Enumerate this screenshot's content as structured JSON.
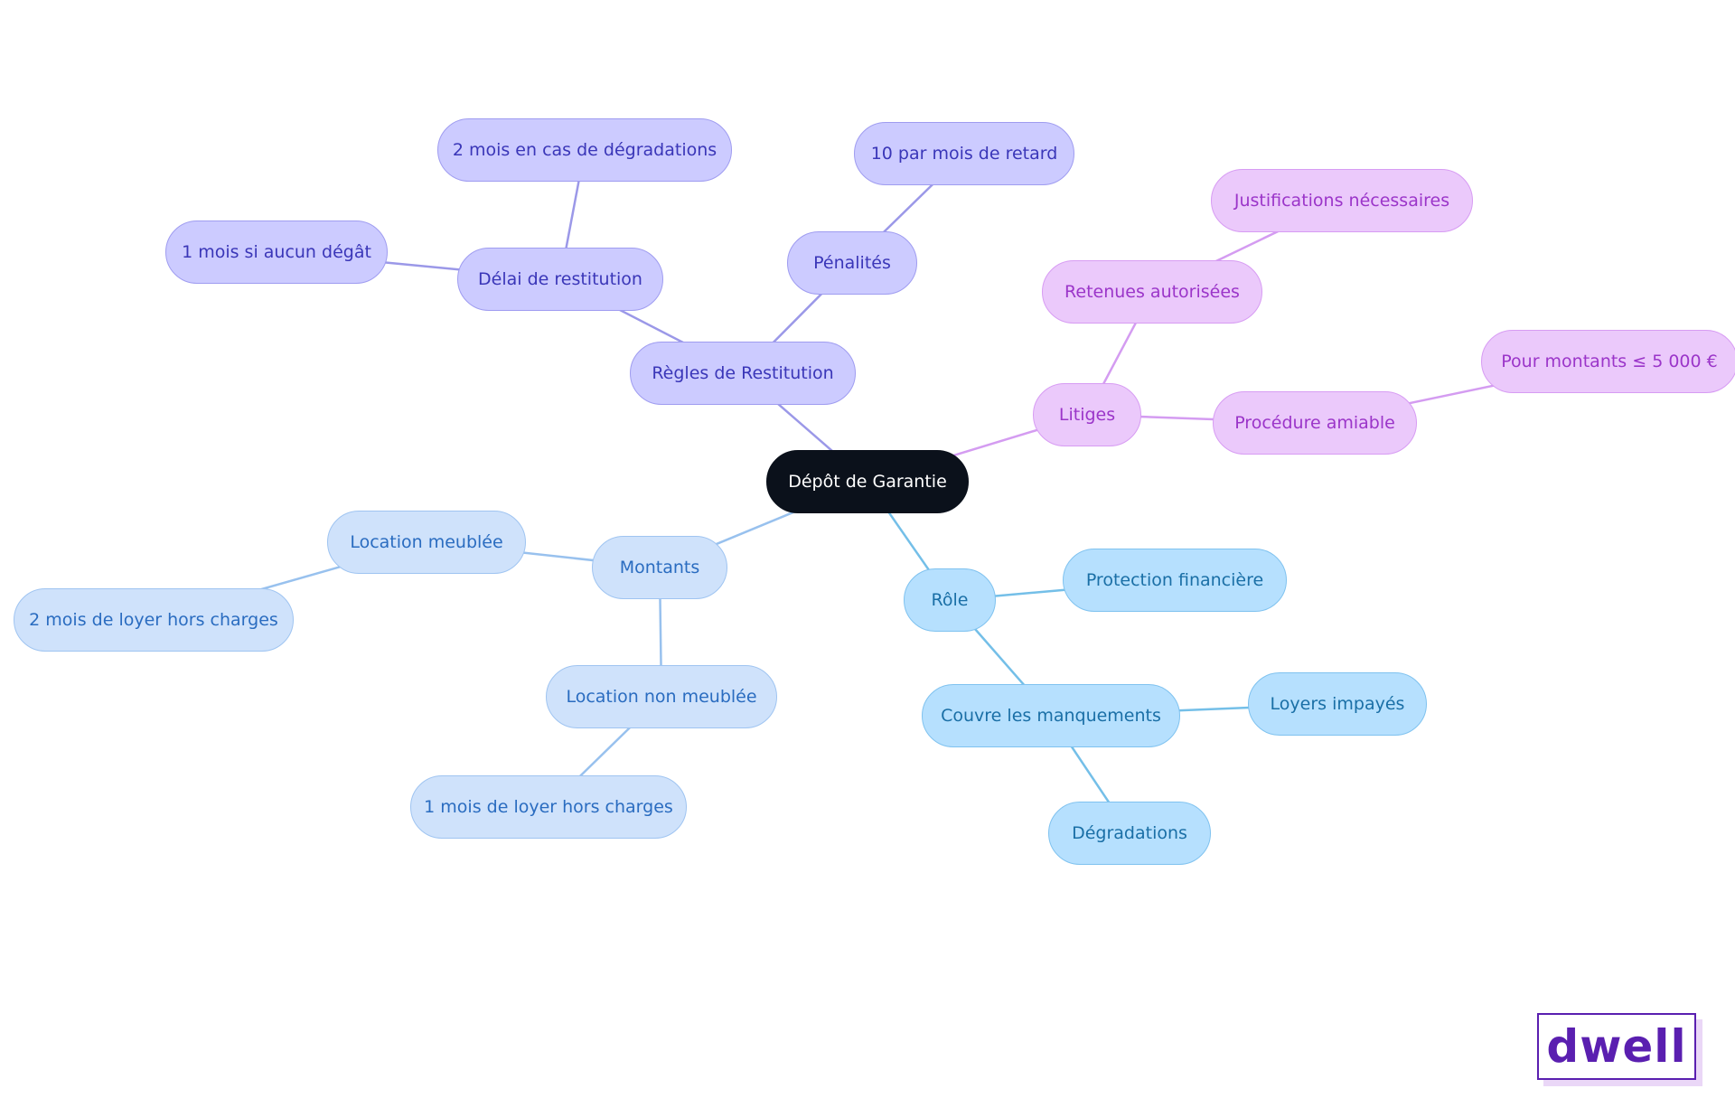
{
  "colors": {
    "root": "#0b111b",
    "indigo": "#cccbff",
    "purple": "#ebc9fb",
    "sky": "#b6e0fe",
    "pale": "#cfe2fb"
  },
  "logo": {
    "text": "dwell"
  },
  "nodes": [
    {
      "id": "root",
      "label": "Dépôt de Garantie",
      "color": "root",
      "parent": null
    },
    {
      "id": "regles",
      "label": "Règles de Restitution",
      "color": "indigo",
      "parent": "root"
    },
    {
      "id": "delai",
      "label": "Délai de restitution",
      "color": "indigo",
      "parent": "regles"
    },
    {
      "id": "deux-mois-degradations",
      "label": "2 mois en cas de dégradations",
      "color": "indigo",
      "parent": "delai"
    },
    {
      "id": "un-mois-aucun",
      "label": "1 mois si aucun dégât",
      "color": "indigo",
      "parent": "delai"
    },
    {
      "id": "penalites",
      "label": "Pénalités",
      "color": "indigo",
      "parent": "regles"
    },
    {
      "id": "dix-par-mois",
      "label": "10 par mois de retard",
      "color": "indigo",
      "parent": "penalites"
    },
    {
      "id": "litiges",
      "label": "Litiges",
      "color": "purple",
      "parent": "root"
    },
    {
      "id": "retenues",
      "label": "Retenues autorisées",
      "color": "purple",
      "parent": "litiges"
    },
    {
      "id": "justifications",
      "label": "Justifications nécessaires",
      "color": "purple",
      "parent": "retenues"
    },
    {
      "id": "procedure",
      "label": "Procédure amiable",
      "color": "purple",
      "parent": "litiges"
    },
    {
      "id": "montants-5000",
      "label": "Pour montants ≤ 5 000 €",
      "color": "purple",
      "parent": "procedure"
    },
    {
      "id": "role",
      "label": "Rôle",
      "color": "sky",
      "parent": "root"
    },
    {
      "id": "protection",
      "label": "Protection financière",
      "color": "sky",
      "parent": "role"
    },
    {
      "id": "couvre",
      "label": "Couvre les manquements",
      "color": "sky",
      "parent": "role"
    },
    {
      "id": "loyers",
      "label": "Loyers impayés",
      "color": "sky",
      "parent": "couvre"
    },
    {
      "id": "degradations",
      "label": "Dégradations",
      "color": "sky",
      "parent": "couvre"
    },
    {
      "id": "montants",
      "label": "Montants",
      "color": "pale",
      "parent": "root"
    },
    {
      "id": "meublee",
      "label": "Location meublée",
      "color": "pale",
      "parent": "montants"
    },
    {
      "id": "deux-mois-loyer",
      "label": "2 mois de loyer hors charges",
      "color": "pale",
      "parent": "meublee"
    },
    {
      "id": "non-meublee",
      "label": "Location non meublée",
      "color": "pale",
      "parent": "montants"
    },
    {
      "id": "un-mois-loyer",
      "label": "1 mois de loyer hors charges",
      "color": "pale",
      "parent": "non-meublee"
    }
  ]
}
